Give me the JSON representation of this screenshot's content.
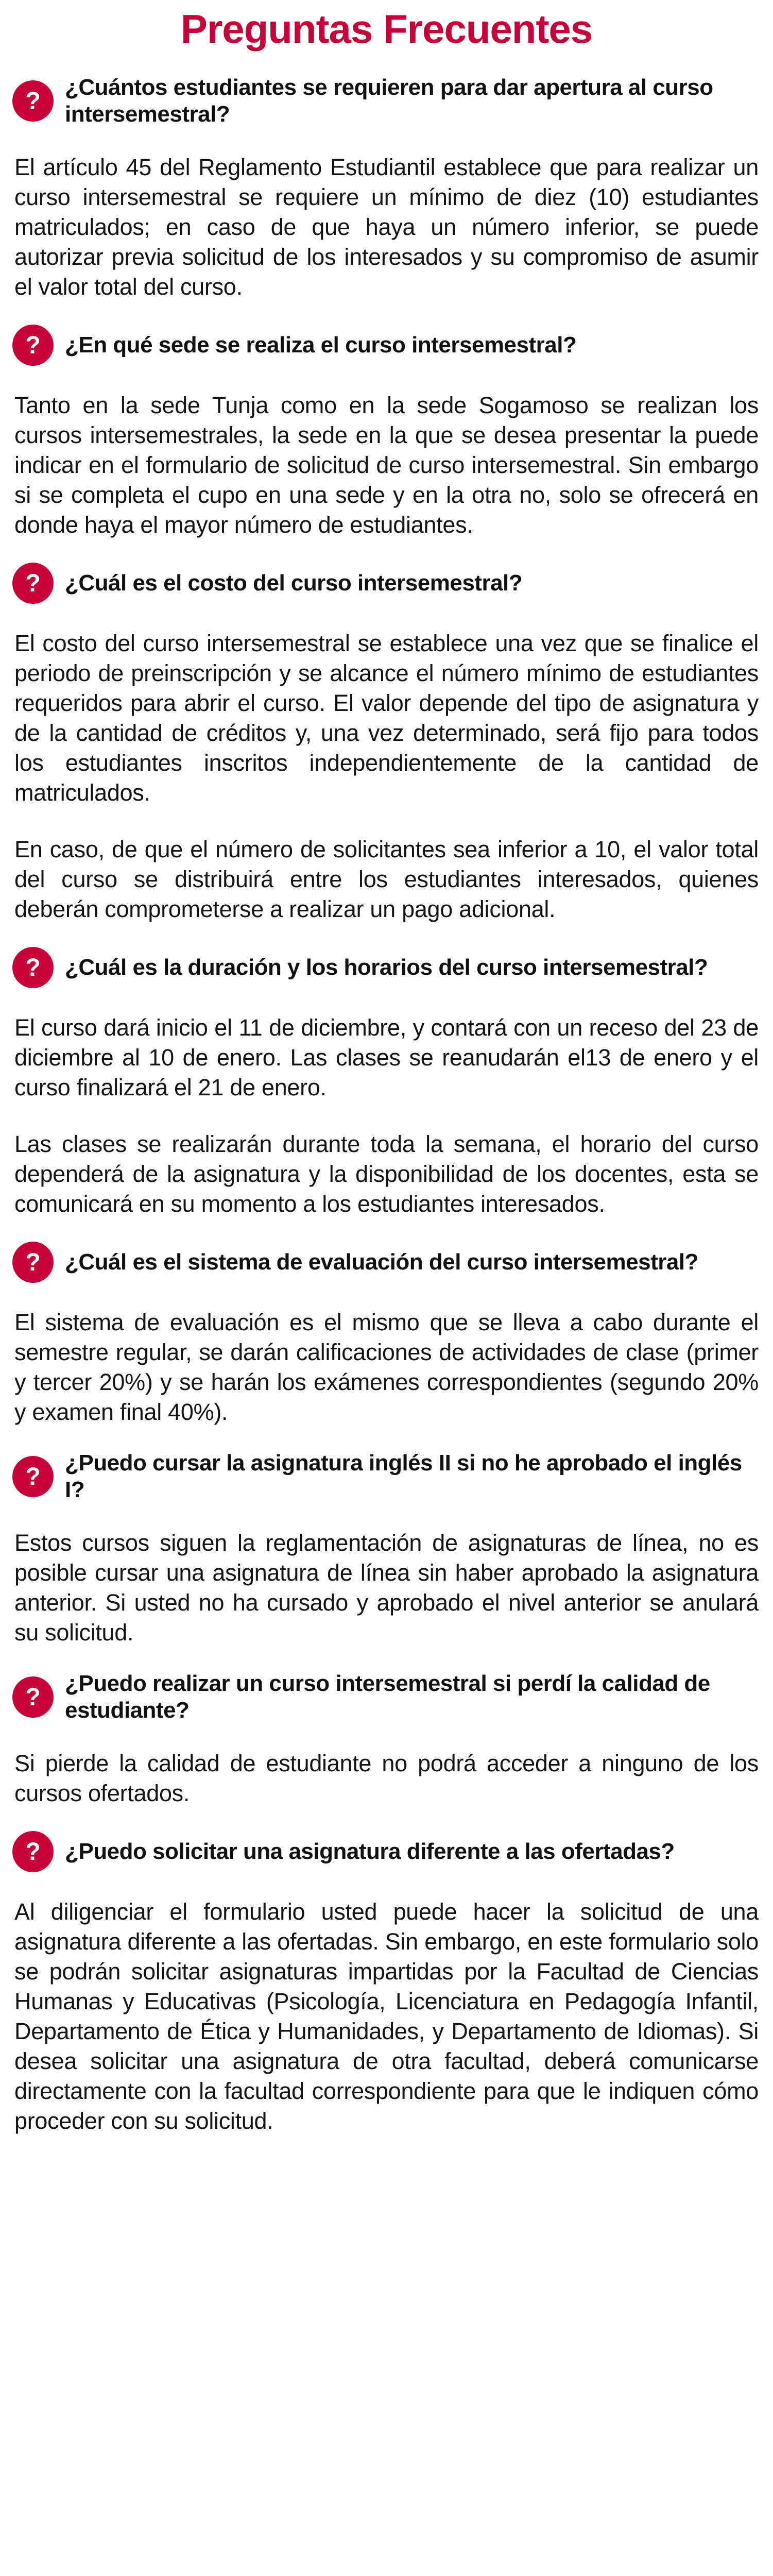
{
  "title": "Preguntas Frecuentes",
  "accent_color": "#c8003a",
  "icon": "question-mark-circle-icon",
  "icon_glyph": "?",
  "faqs": [
    {
      "question": "¿Cuántos estudiantes se requieren para dar apertura al curso intersemestral?",
      "answer": [
        "El artículo 45 del Reglamento Estudiantil establece que para realizar un curso intersemestral se requiere un mínimo de diez (10) estudiantes matriculados; en caso de que haya un número inferior, se puede autorizar previa solicitud de los interesados y su compromiso de asumir el valor total del curso."
      ]
    },
    {
      "question": "¿En qué sede se realiza el curso intersemestral?",
      "answer": [
        "Tanto en la sede Tunja como en la sede Sogamoso se realizan los cursos intersemestrales, la sede en la que se desea presentar la puede indicar en el formulario de solicitud de curso intersemestral. Sin embargo si se completa el cupo en una sede y en la otra no, solo se ofrecerá en donde haya el mayor número de estudiantes."
      ]
    },
    {
      "question": "¿Cuál es el costo del curso intersemestral?",
      "answer": [
        "El costo del curso intersemestral se establece una vez que se finalice el periodo de preinscripción y se alcance el número mínimo de estudiantes requeridos para abrir el curso. El valor depende del tipo de asignatura y de la cantidad de créditos y, una vez determinado, será fijo para todos los estudiantes inscritos independientemente de la cantidad de matriculados.",
        "En caso, de que el número de solicitantes sea inferior a 10, el valor total del curso se distribuirá entre los estudiantes interesados, quienes deberán comprometerse a realizar un pago adicional."
      ]
    },
    {
      "question": "¿Cuál es la duración y los horarios del curso intersemestral?",
      "answer": [
        "El curso dará inicio el 11 de diciembre, y contará con un receso del 23 de diciembre al 10 de enero. Las clases se reanudarán el13 de enero y el curso finalizará el 21 de enero.",
        "Las clases se realizarán durante toda la semana, el horario del curso dependerá de la asignatura y la disponibilidad de los docentes, esta se comunicará en su momento a los estudiantes interesados."
      ]
    },
    {
      "question": "¿Cuál es el sistema de evaluación del curso intersemestral?",
      "answer": [
        "El sistema de evaluación es el mismo que se lleva a cabo durante el semestre regular, se darán calificaciones de actividades de clase (primer y tercer 20%) y se harán los exámenes correspondientes (segundo 20% y examen final 40%)."
      ]
    },
    {
      "question": "¿Puedo cursar la asignatura inglés II si no he aprobado el inglés I?",
      "answer": [
        "Estos cursos siguen la reglamentación de asignaturas de línea, no es posible cursar una asignatura de línea sin haber aprobado la asignatura anterior. Si usted no ha cursado y aprobado el nivel anterior se anulará su solicitud."
      ]
    },
    {
      "question": "¿Puedo realizar un curso intersemestral si perdí la calidad de estudiante?",
      "answer": [
        "Si pierde la calidad de estudiante no podrá acceder a ninguno de los cursos ofertados."
      ]
    },
    {
      "question": "¿Puedo solicitar una asignatura diferente a las ofertadas?",
      "answer": [
        "Al diligenciar el formulario usted puede hacer la solicitud de una asignatura diferente a las ofertadas. Sin embargo, en este formulario solo se podrán solicitar asignaturas impartidas por la Facultad de Ciencias Humanas y Educativas (Psicología, Licenciatura en Pedagogía Infantil, Departamento de Ética y Humanidades, y Departamento de Idiomas). Si desea solicitar una asignatura de otra facultad, deberá comunicarse directamente con la facultad correspondiente para que le indiquen cómo proceder con su solicitud."
      ]
    }
  ]
}
